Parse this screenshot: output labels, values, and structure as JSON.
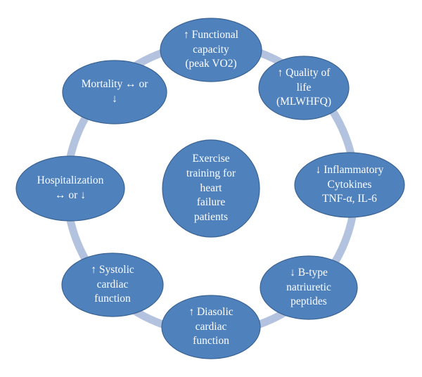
{
  "diagram": {
    "center": {
      "label": "Exercise\ntraining for\nheart\nfailure\npatients"
    },
    "nodes": [
      {
        "id": "functional-capacity",
        "label": "↑ Functional\ncapacity\n(peak VO2)"
      },
      {
        "id": "quality-of-life",
        "label": "↑ Quality of\nlife\n(MLWHFQ)"
      },
      {
        "id": "inflammatory-cytokines",
        "label": "↓ Inflammatory\nCytokines\nTNF-α, IL-6"
      },
      {
        "id": "b-type-natriuretic-peptides",
        "label": "↓ B-type\nnatriuretic\npeptides"
      },
      {
        "id": "diastolic-cardiac-function",
        "label": "↑ Diasolic\ncardiac\nfunction"
      },
      {
        "id": "systolic-cardiac-function",
        "label": "↑ Systolic\ncardiac\nfunction"
      },
      {
        "id": "hospitalization",
        "label": "Hospitalization\n↔ or ↓"
      },
      {
        "id": "mortality",
        "label": "Mortality ↔ or\n↓"
      }
    ],
    "colors": {
      "node_fill": "#4f81bd",
      "node_stroke": "#3a6393",
      "ring": "#b3c3df",
      "text": "#ffffff"
    }
  }
}
